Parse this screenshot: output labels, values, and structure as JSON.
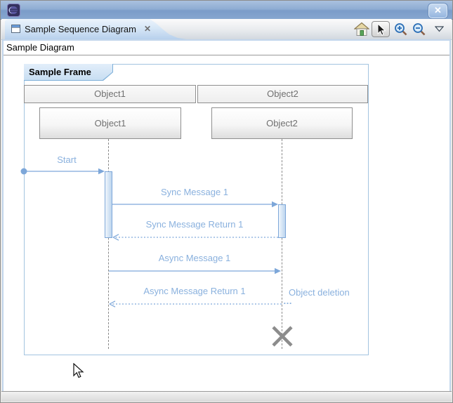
{
  "titlebar": {
    "app_icon": "eclipse-logo-icon",
    "close_glyph": "✕"
  },
  "tabbar": {
    "tab_label": "Sample Sequence Diagram",
    "tab_close_glyph": "✕",
    "tools": [
      {
        "name": "home",
        "icon": "home-icon"
      },
      {
        "name": "select",
        "icon": "cursor-icon",
        "active": true
      },
      {
        "name": "zoom-in",
        "icon": "zoom-in-icon"
      },
      {
        "name": "zoom-out",
        "icon": "zoom-out-icon"
      },
      {
        "name": "view-menu",
        "icon": "chevron-down-icon"
      }
    ]
  },
  "editor": {
    "title": "Sample Diagram"
  },
  "diagram": {
    "frame_label": "Sample Frame",
    "objects": [
      {
        "header": "Object1",
        "box_label": "Object1"
      },
      {
        "header": "Object2",
        "box_label": "Object2"
      }
    ],
    "messages": [
      {
        "label": "Start",
        "style": "solid",
        "from": "frame-edge",
        "to": "Object1"
      },
      {
        "label": "Sync Message 1",
        "style": "solid",
        "from": "Object1",
        "to": "Object2"
      },
      {
        "label": "Sync Message Return 1",
        "style": "dotted",
        "from": "Object2",
        "to": "Object1"
      },
      {
        "label": "Async Message 1",
        "style": "solid",
        "from": "Object1",
        "to": "Object2"
      },
      {
        "label": "Async Message Return 1",
        "style": "dotted",
        "from": "Object2",
        "to": "Object1"
      }
    ],
    "annotations": [
      {
        "label": "Object deletion"
      },
      {
        "label": "…"
      }
    ]
  },
  "colors": {
    "accent_blue": "#7da7d9",
    "message_label": "#8ab1de",
    "frame_border": "#a3c4e0",
    "frame_label_fill": "#cfe2f4",
    "titlebar_top": "#aac1df",
    "titlebar_bottom": "#7b9cc9",
    "object_text": "#707070",
    "deletion_gray": "#8c8c8c"
  }
}
